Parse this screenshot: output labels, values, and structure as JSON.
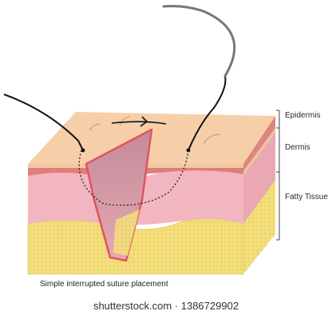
{
  "labels": {
    "epidermis": "Epidermis",
    "dermis": "Dermis",
    "fatty_tissue": "Fatty Tissue"
  },
  "caption": "Simple interrupted suture placement",
  "watermark": "shutterstock.com · 1386729902",
  "colors": {
    "epidermis": "#f6cfa8",
    "dermis": "#f2b6c0",
    "fat": "#f3de7c",
    "wound_edge": "#e0535f",
    "suture": "#111111",
    "needle": "#777777"
  }
}
